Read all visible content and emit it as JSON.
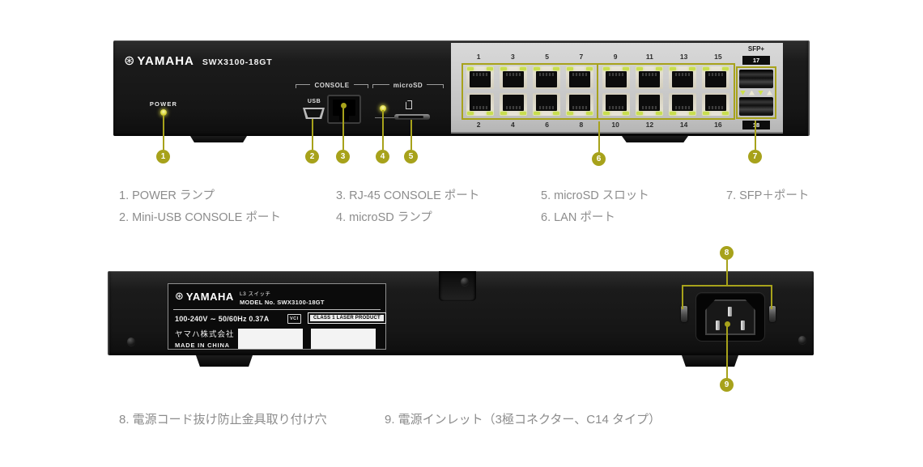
{
  "front_panel": {
    "brand": "YAMAHA",
    "model": "SWX3100-18GT",
    "power_label": "POWER",
    "console_label": "CONSOLE",
    "usb_label": "USB",
    "microsd_label": "microSD",
    "sfp_label": "SFP+",
    "sfp_top_port": "17",
    "sfp_bottom_port": "18",
    "lan_top_numbers": [
      "1",
      "3",
      "5",
      "7",
      "9",
      "11",
      "13",
      "15"
    ],
    "lan_bottom_numbers": [
      "2",
      "4",
      "6",
      "8",
      "10",
      "12",
      "14",
      "16"
    ]
  },
  "rear_panel": {
    "brand": "YAMAHA",
    "type_label": "L3 スイッチ",
    "model_label": "MODEL No. SWX3100-18GT",
    "rating": "100-240V ∼ 50/60Hz 0.37A",
    "cert_mark": "VCI",
    "laser_label": "CLASS 1 LASER PRODUCT",
    "company": "ヤマハ株式会社",
    "origin": "MADE IN CHINA"
  },
  "callouts": [
    "1",
    "2",
    "3",
    "4",
    "5",
    "6",
    "7",
    "8",
    "9"
  ],
  "legend": {
    "front": [
      "1. POWER ランプ",
      "2. Mini-USB CONSOLE ポート",
      "3. RJ-45 CONSOLE ポート",
      "4. microSD ランプ",
      "5. microSD スロット",
      "6. LAN ポート",
      "7. SFP＋ポート"
    ],
    "rear": [
      "8. 電源コード抜け防止金具取り付け穴",
      "9. 電源インレット（3極コネクター、C14 タイプ）"
    ]
  },
  "colors": {
    "callout_olive": "#a7a21b",
    "led_yellow": "#e0dc46",
    "port_led_green": "#c8de50",
    "ports_panel_gray": "#c9c9c9",
    "legend_text_gray": "#8c8c8c"
  }
}
